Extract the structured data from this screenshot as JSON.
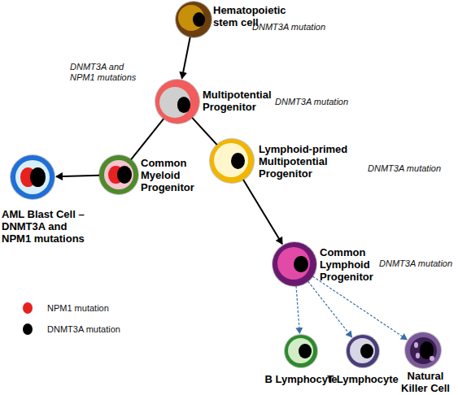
{
  "diagram": {
    "nodes": [
      {
        "text": [
          "Hematopoietic stem cell"
        ]
      },
      {
        "text": [
          "Multipotential Progenitor"
        ]
      },
      {
        "text": [
          "Common Myeloid Progenitor"
        ]
      },
      {
        "text": [
          "AML Blast Cell – DNMT3A and NPM1 mutations"
        ]
      },
      {
        "text": [
          "Lymphoid-primed Multipotential Progenitor"
        ]
      },
      {
        "text": [
          "Common Lymphoid Progenitor"
        ]
      },
      {
        "text": [
          "B Lymphocyte"
        ]
      },
      {
        "text": [
          "T Lymphocyte"
        ]
      },
      {
        "text": [
          "Natural Killer Cell"
        ]
      }
    ],
    "edges": [
      {
        "from": 0,
        "to": 1,
        "arrow": "to"
      },
      {
        "from": 1,
        "to": 2,
        "arrow": "none"
      },
      {
        "from": 2,
        "to": 3,
        "arrow": "to"
      },
      {
        "from": 1,
        "to": 4,
        "arrow": "none"
      },
      {
        "from": 4,
        "to": 5,
        "arrow": "to"
      },
      {
        "from": 5,
        "to": 6,
        "arrow": "to"
      },
      {
        "from": 5,
        "to": 7,
        "arrow": "to"
      },
      {
        "from": 5,
        "to": 8,
        "arrow": "to"
      }
    ],
    "labels": [
      "DNMT3A mutation",
      "DNMT3A mutation",
      "DNMT3A and NPM1 mutations",
      "DNMT3A mutation",
      "DNMT3A mutation"
    ],
    "legend": [
      {
        "text": "NPM1 mutation",
        "color": "#e8201e"
      },
      {
        "text": "DNMT3A mutation",
        "color": "#000000"
      }
    ]
  }
}
